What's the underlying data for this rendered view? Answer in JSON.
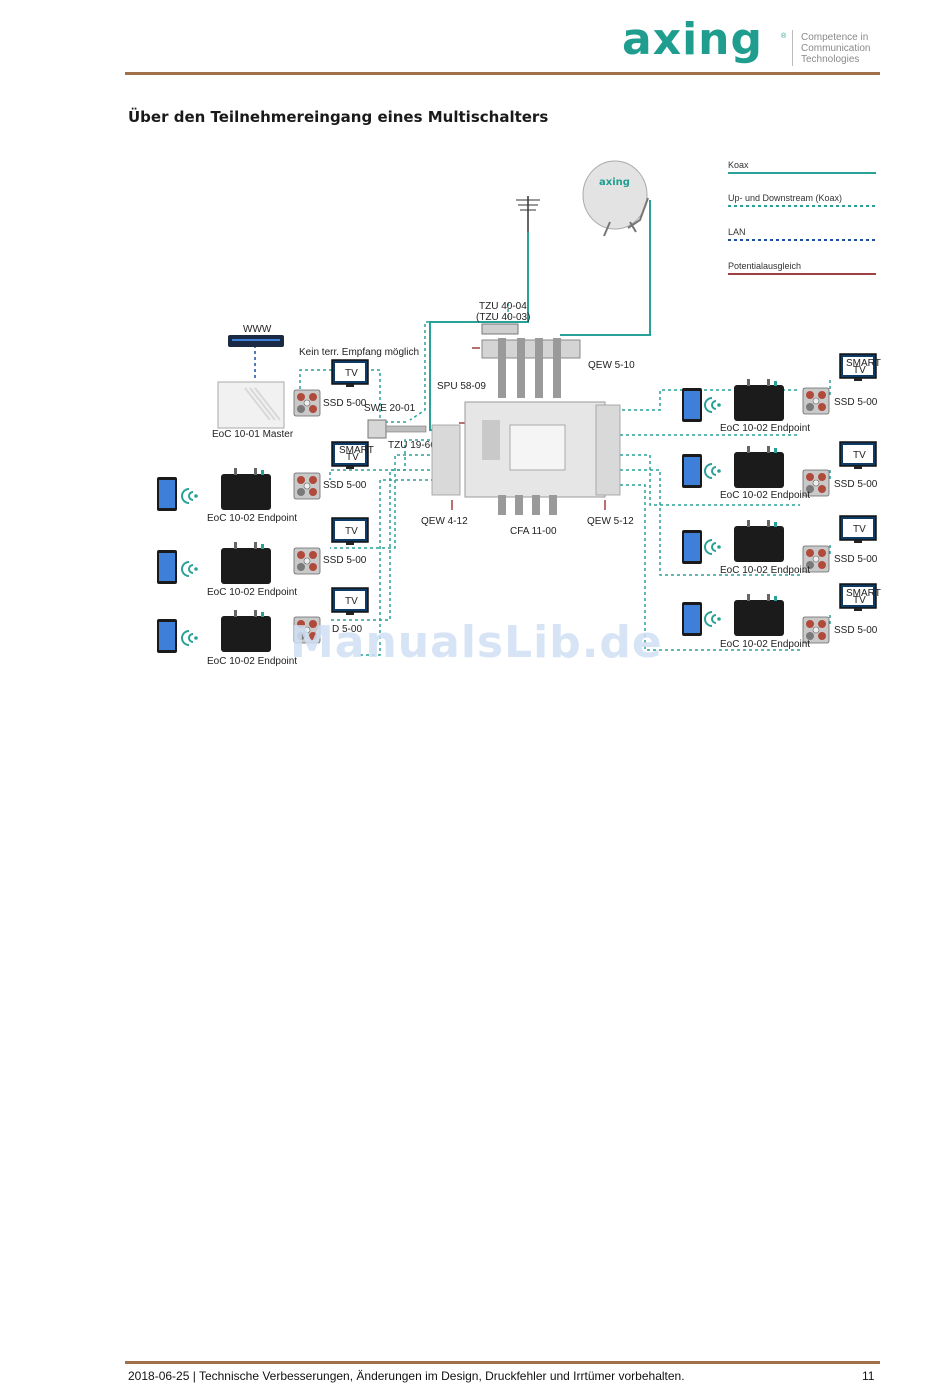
{
  "header": {
    "logo_text": "axing",
    "logo_registered": "®",
    "tagline": [
      "Competence in",
      "Communication",
      "Technologies"
    ],
    "brand_color": "#1f9e8f",
    "rule_color": "#a0704a"
  },
  "section_title": "Über den Teilnehmereingang eines Multischalters",
  "diagram": {
    "legend": {
      "koax": "Koax",
      "updown": "Up- und Downstream (Koax)",
      "lan": "LAN",
      "potential": "Potentialausgleich"
    },
    "colors": {
      "koax": "#2aa198",
      "lan": "#1f4fa0",
      "potential": "#a04040"
    },
    "dish_logo": "axing",
    "labels": {
      "tzu4004": "TZU 40-04",
      "tzu4003": "(TZU 40-03)",
      "qew510": "QEW 5-10",
      "spu5809": "SPU 58-09",
      "swe2001": "SWE 20-01",
      "tzu1966": "TZU 19-66",
      "qew412": "QEW 4-12",
      "qew512": "QEW 5-12",
      "cfa1100": "CFA 11-00",
      "www": "WWW",
      "kein": "Kein terr. Empfang möglich",
      "master": "EoC 10-01 Master",
      "endpoint": "EoC 10-02 Endpoint",
      "ssd": "SSD 5-00",
      "ssd_partial": "D 5-00",
      "tv": "TV",
      "smart": "SMART",
      "smart_tv": "TV"
    },
    "watermark": "ManualsLib.de"
  },
  "footer": {
    "text": "2018-06-25 | Technische Verbesserungen, Änderungen im Design, Druckfehler und Irrtümer vorbehalten.",
    "page": "11"
  }
}
